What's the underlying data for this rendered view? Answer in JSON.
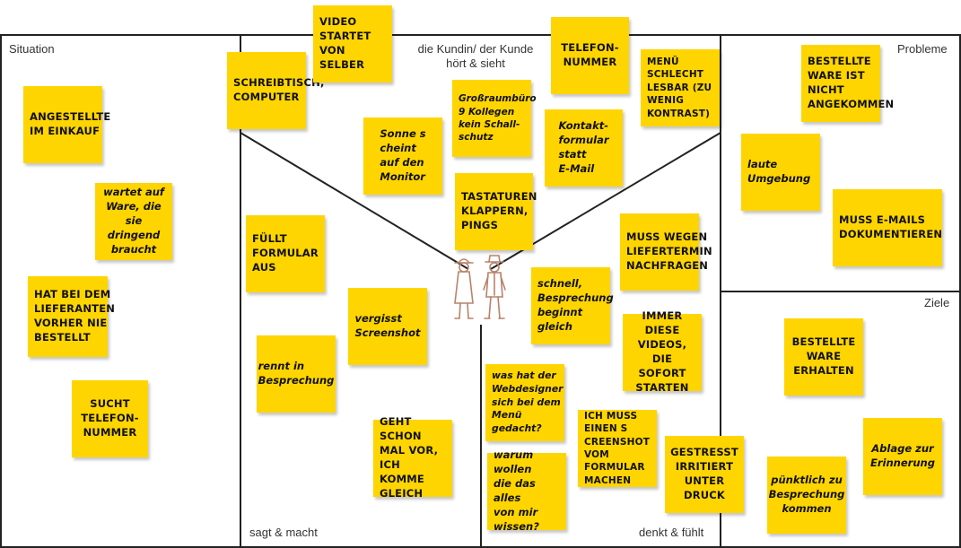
{
  "sections": {
    "situation": "Situation",
    "hears_sees": "die Kundin/ der Kunde\nhört & sieht",
    "problems": "Probleme",
    "goals": "Ziele",
    "says_does": "sagt & macht",
    "thinks_feels": "denkt & fühlt"
  },
  "notes": {
    "angestellte": "Angestellte\nim Einkauf",
    "wartet": "wartet auf\nWare, die\nsie dringend\nbraucht",
    "hat_bei": "Hat bei dem\nLieferanten\nvorher nie\nbestellt",
    "sucht": "Sucht\nTelefon-\nnummer",
    "schreibtisch": "Schreibtisch,\nComputer",
    "video": "Video\nstartet\nvon selber",
    "telefon": "Telefon-\nnummer",
    "menu_schlecht": "Menü schlecht\nlesbar (zu\nwenig\nKontrast)",
    "grossraum": "Großraumbüro\n9 Kollegen\nkein Schall-\nschutz",
    "sonne": "Sonne s\ncheint\nauf den\nMonitor",
    "kontakt": "Kontakt-\nformular\nstatt\nE-Mail",
    "tastaturen": "Tastaturen\nklappern,\nPings",
    "fuellt": "Füllt\nFormular\naus",
    "vergisst": "vergisst\nScreenshot",
    "rennt": "rennt in\nBesprechung",
    "geht_schon": "Geht schon\nmal vor, ich\nkomme gleich",
    "muss_wegen": "Muss wegen\nLiefertermin\nnachfragen",
    "schnell": "schnell,\nBesprechung\nbeginnt gleich",
    "immer_videos": "Immer diese\nVideos, die\nsofort\nstarten",
    "webdesigner": "was hat der\nWebdesigner\nsich bei dem\nMenü gedacht?",
    "ich_muss": "Ich muss\neinen S\ncreenshot\nvom Formular\nmachen",
    "warum": "warum wollen\ndie das alles\nvon mir\nwissen?",
    "gestresst": "gestresst\nirritiert\nunter Druck",
    "bestellte_nicht": "Bestellte\nWare ist nicht\nangekommen",
    "laute": "laute\nUmgebung",
    "emails": "Muss E-Mails\ndokumentieren",
    "bestellte_erhalten": "Bestellte\nWare\nerhalten",
    "ablage": "Ablage zur\nErinnerung",
    "puenktlich": "pünktlich zu\nBesprechung\nkommen"
  },
  "colors": {
    "note": "#ffd500",
    "line": "#222222",
    "persona": "#b9826a"
  }
}
